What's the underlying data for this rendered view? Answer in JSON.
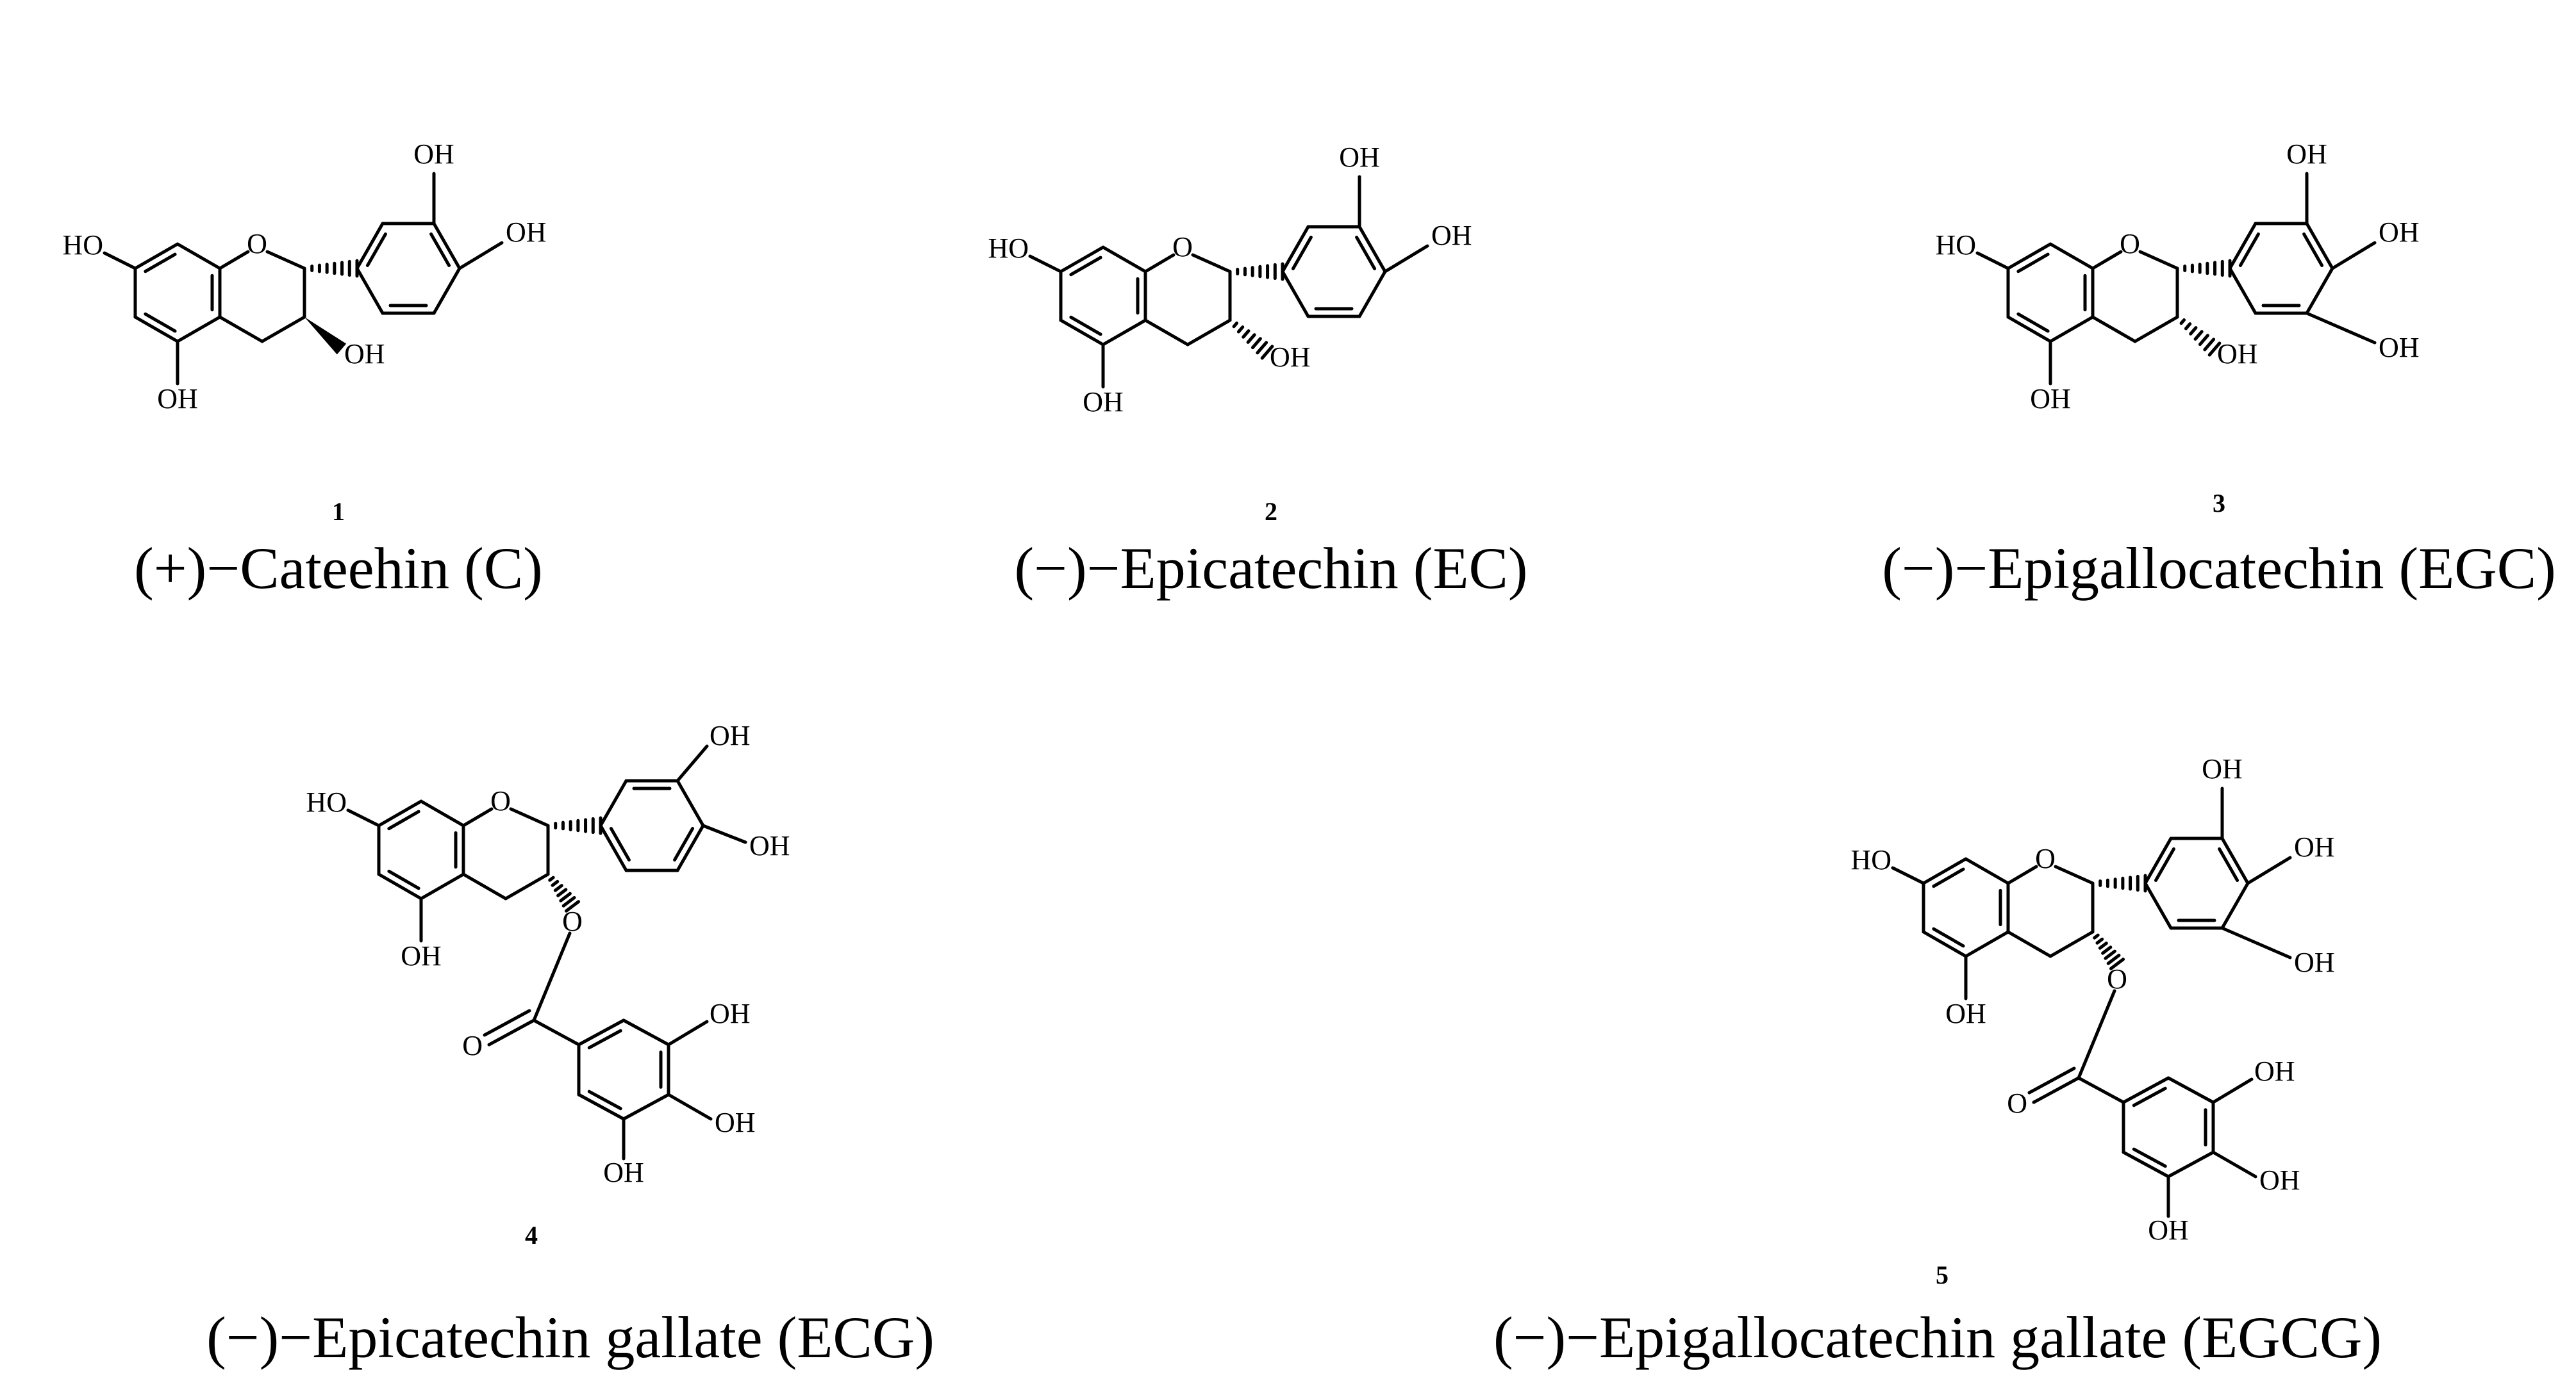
{
  "compounds": [
    {
      "number": "1",
      "caption": "(+)−Cateehin (C)",
      "trihydroxy": false,
      "gallate": false,
      "oh3": "beta"
    },
    {
      "number": "2",
      "caption": "(−)−Epicatechin (EC)",
      "trihydroxy": false,
      "gallate": false,
      "oh3": "alpha"
    },
    {
      "number": "3",
      "caption": "(−)−Epigallocatechin (EGC)",
      "trihydroxy": true,
      "gallate": false,
      "oh3": "alpha"
    },
    {
      "number": "4",
      "caption": "(−)−Epicatechin gallate (ECG)",
      "trihydroxy": false,
      "gallate": true,
      "oh3": "alpha",
      "bring": "para-meta"
    },
    {
      "number": "5",
      "caption": "(−)−Epigallocatechin gallate (EGCG)",
      "trihydroxy": true,
      "gallate": true,
      "oh3": "alpha"
    }
  ],
  "atom_labels": {
    "hydroxyl": "OH",
    "hydroxyl_left": "HO",
    "oxygen": "O"
  }
}
